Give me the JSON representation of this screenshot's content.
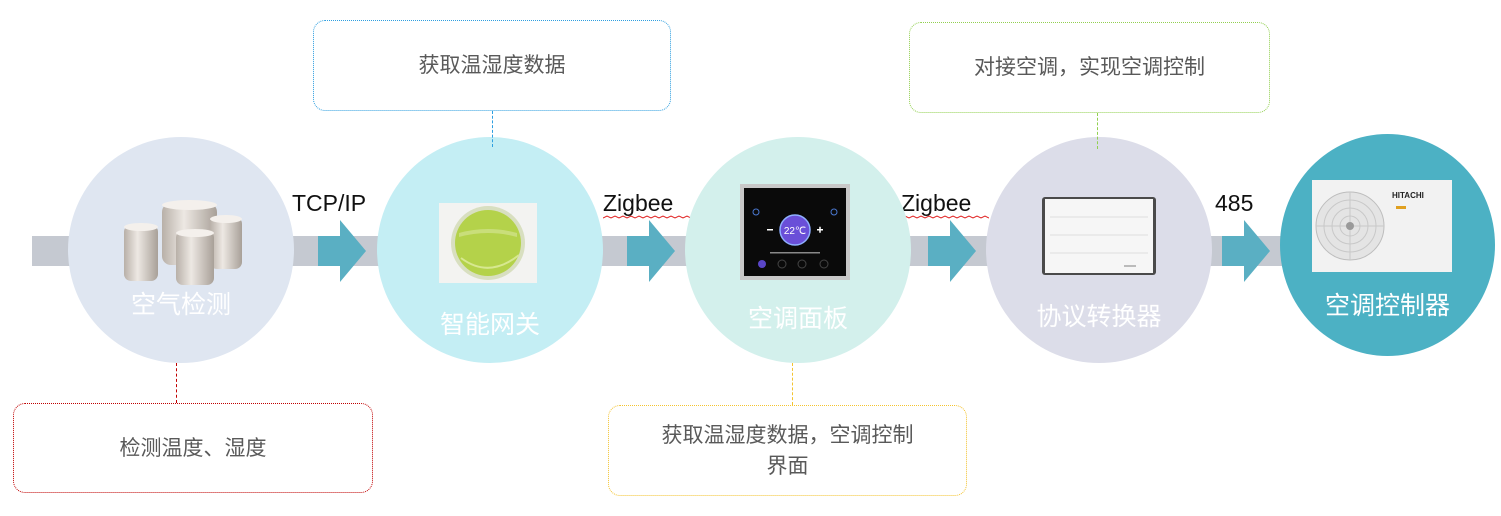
{
  "nodes": [
    {
      "label": "空气检测",
      "icon": "air-sensor-icon",
      "color": "#dfe6f1"
    },
    {
      "label": "智能网关",
      "icon": "gateway-icon",
      "color": "#c4eef4"
    },
    {
      "label": "空调面板",
      "icon": "ac-panel-icon",
      "color": "#d3f0ec"
    },
    {
      "label": "协议转换器",
      "icon": "protocol-converter-icon",
      "color": "#dcdde9"
    },
    {
      "label": "空调控制器",
      "icon": "ac-outdoor-unit-icon",
      "color": "#4cb1c4"
    }
  ],
  "protocols": [
    "TCP/IP",
    "Zigbee",
    "Zigbee",
    "485"
  ],
  "notes": {
    "air_check": {
      "text": "检测温度、湿度",
      "color": "#c00000"
    },
    "gateway": {
      "text": "获取温湿度数据",
      "color": "#2e9fe0"
    },
    "panel": {
      "text": "获取温湿度数据，空调控制\n界面",
      "color": "#f4c430"
    },
    "converter": {
      "text": "对接空调，实现空调控制",
      "color": "#92d050"
    }
  },
  "panel_screen": {
    "temperature": "22℃"
  },
  "ac_unit": {
    "brand": "HITACHI"
  },
  "colors": {
    "band": "#c5c9d1",
    "arrow": "#5aafc3"
  }
}
